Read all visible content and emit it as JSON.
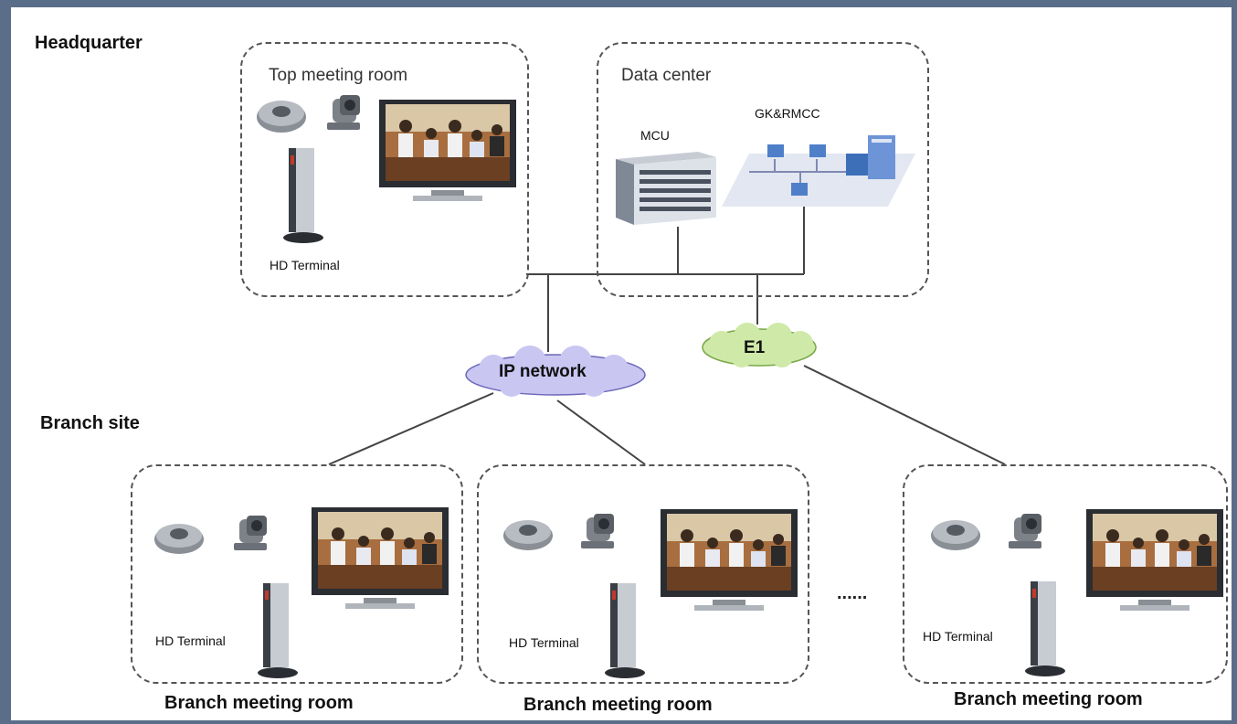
{
  "headquarter": {
    "label": "Headquarter",
    "top_room": {
      "title": "Top meeting room",
      "terminal_label": "HD Terminal"
    },
    "data_center": {
      "title": "Data center",
      "mcu_label": "MCU",
      "gk_label": "GK&RMCC"
    }
  },
  "networks": {
    "ip": "IP network",
    "e1": "E1"
  },
  "branch": {
    "label": "Branch site",
    "rooms": [
      {
        "terminal_label": "HD Terminal",
        "name": "Branch meeting room"
      },
      {
        "terminal_label": "HD Terminal",
        "name": "Branch meeting room"
      },
      {
        "terminal_label": "HD Terminal",
        "name": "Branch meeting room"
      }
    ],
    "ellipsis": "......"
  },
  "colors": {
    "frame": "#5a6e8a",
    "ip_cloud": "#c9c6f2",
    "e1_cloud": "#cfe9a8",
    "box_border": "#555555"
  }
}
